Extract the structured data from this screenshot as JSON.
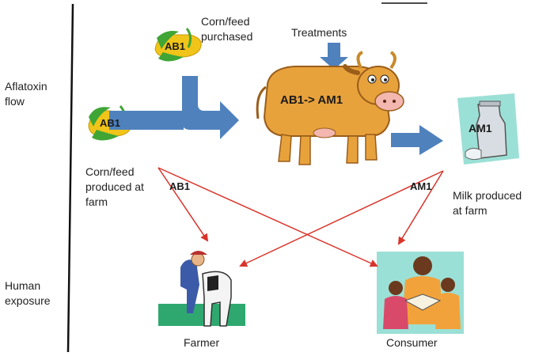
{
  "left_labels": {
    "aflatoxin_flow": "Aflatoxin flow",
    "human_exposure": "Human exposure"
  },
  "nodes": {
    "corn_purchased": {
      "badge": "AB1",
      "label": "Corn/feed purchased"
    },
    "corn_farm": {
      "badge": "AB1",
      "label": "Corn/feed produced at farm"
    },
    "treatments": {
      "label": "Treatments"
    },
    "cow": {
      "label": "AB1-> AM1"
    },
    "milk": {
      "badge": "AM1",
      "label": "Milk produced at farm"
    },
    "farmer": {
      "label": "Farmer"
    },
    "consumer": {
      "label": "Consumer"
    }
  },
  "cross_labels": {
    "ab1": "AB1",
    "am1": "AM1"
  },
  "colors": {
    "flow_arrow": "#4f81bd",
    "exposure_arrow": "#d9342b",
    "cow_body": "#e8a23c",
    "corn_kernel": "#f0c419",
    "corn_leaf": "#3fa535",
    "milk_bg": "#9be0d6"
  }
}
